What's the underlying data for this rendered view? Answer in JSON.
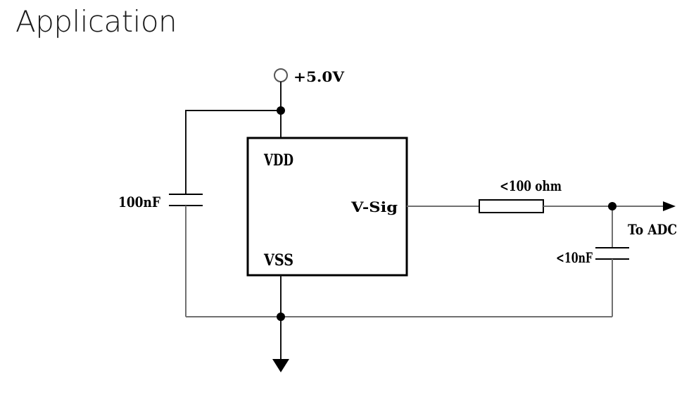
{
  "page": {
    "title": "Application"
  },
  "schematic": {
    "supply_label": "+5.0V",
    "chip": {
      "pin_vdd": "VDD",
      "pin_vss": "VSS",
      "pin_signal": "V-Sig"
    },
    "decoupling_cap_label": "100nF",
    "series_resistor_label": "<100 ohm",
    "filter_cap_label": "<10nF",
    "output_label": "To ADC"
  }
}
